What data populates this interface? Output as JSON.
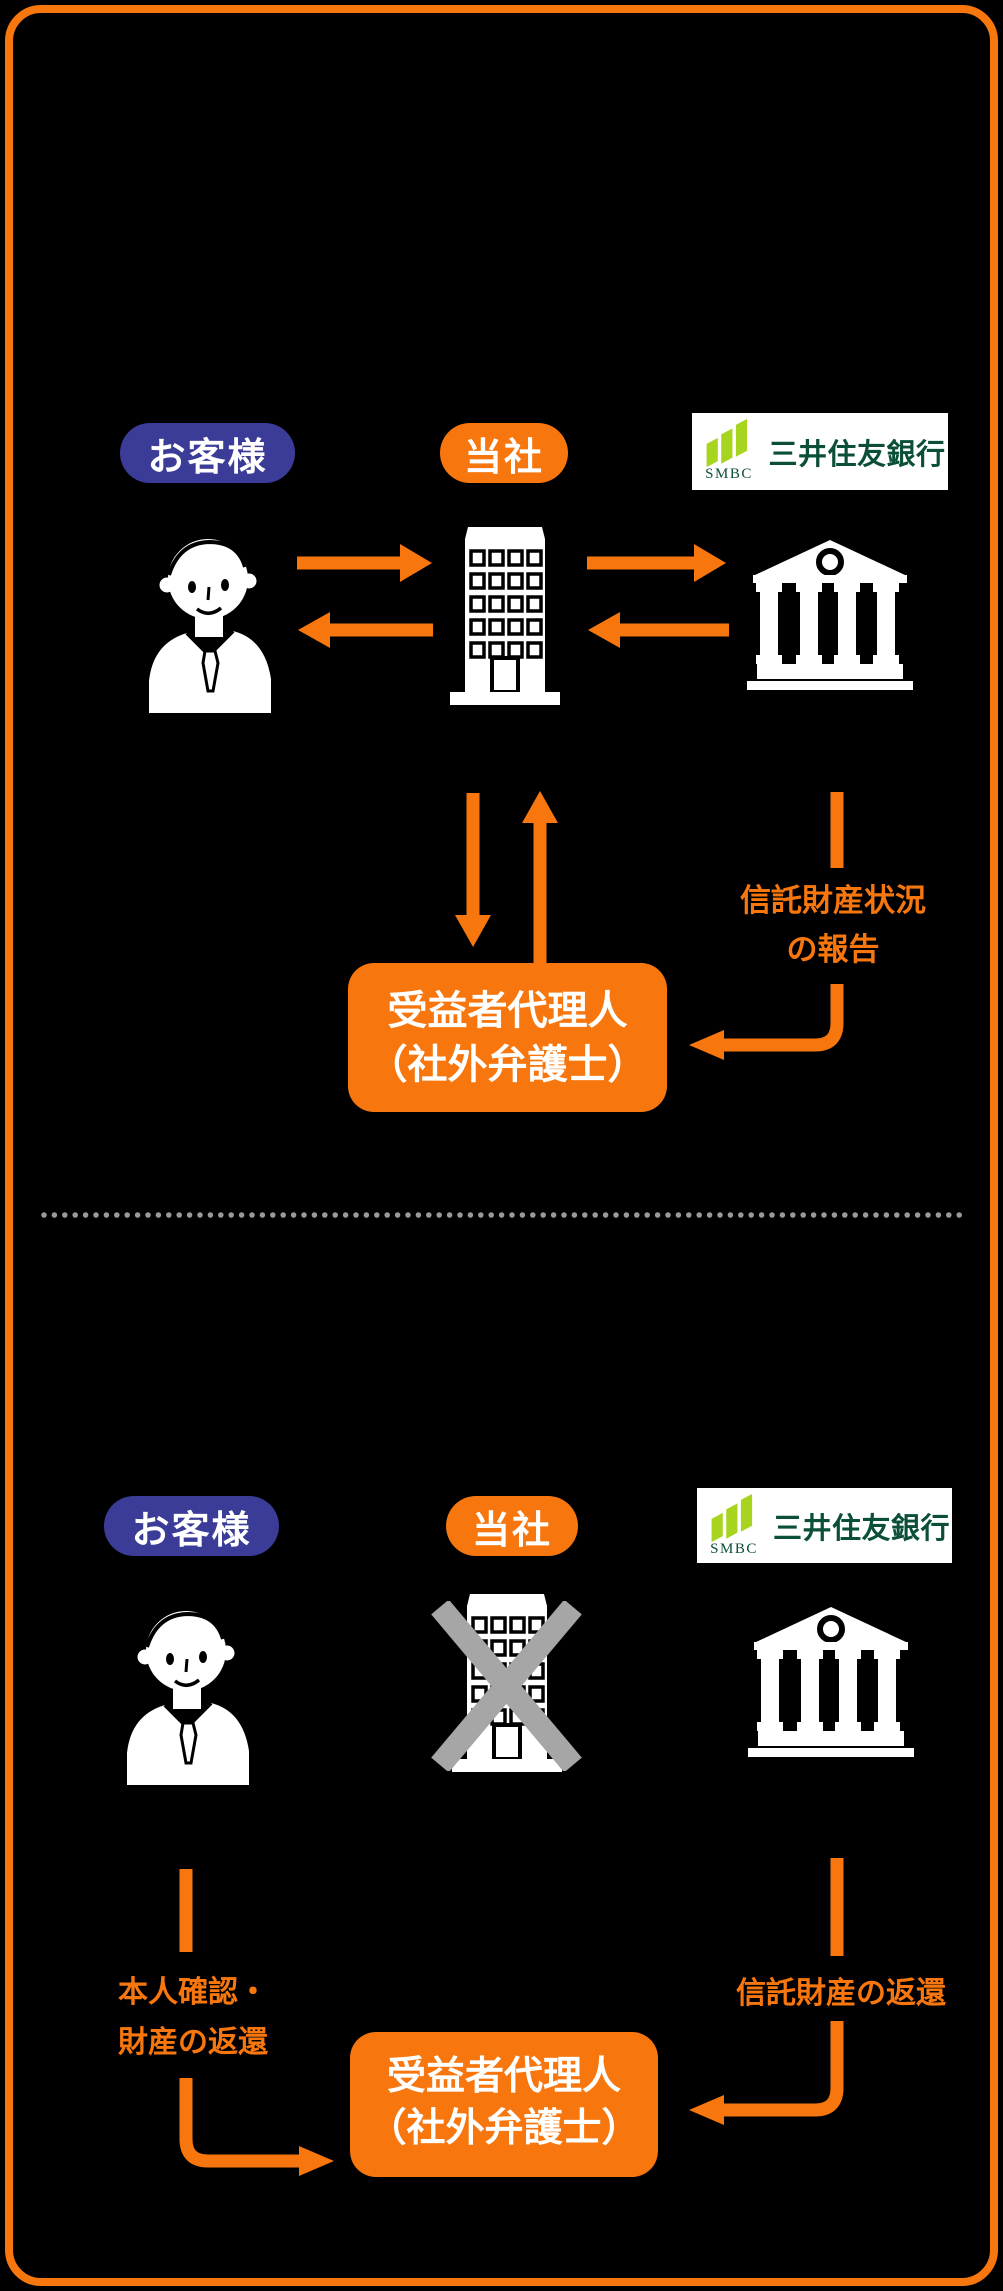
{
  "colors": {
    "orange": "#f7770e",
    "indigo": "#3b3c98",
    "grey": "#a6a6a6",
    "dot_grey": "#9a9a9a",
    "smbc_light": "#a7d41e",
    "smbc_dark": "#0b4f37",
    "white": "#ffffff",
    "black": "#000000"
  },
  "diagram1": {
    "customer_label": "お客様",
    "company_label": "当社",
    "bank_logo": {
      "mark": "SMBC",
      "name": "三井住友銀行"
    },
    "report_label_line1": "信託財産状況",
    "report_label_line2": "の報告",
    "agent_box_line1": "受益者代理人",
    "agent_box_line2": "（社外弁護士）"
  },
  "diagram2": {
    "customer_label": "お客様",
    "company_label": "当社",
    "bank_logo": {
      "mark": "SMBC",
      "name": "三井住友銀行"
    },
    "identity_label_line1": "本人確認・",
    "identity_label_line2": "財産の返還",
    "return_label": "信託財産の返還",
    "agent_box_line1": "受益者代理人",
    "agent_box_line2": "（社外弁護士）"
  },
  "icons": {
    "person-icon": "white business person illustration",
    "office-building-icon": "white office building with windows",
    "bank-building-icon": "white classical bank with columns",
    "smbc-rising-mark-icon": "green rising stripes brand mark",
    "x-mark-icon": "grey cross-out over building",
    "dotted-separator": "grey dotted divider line"
  }
}
